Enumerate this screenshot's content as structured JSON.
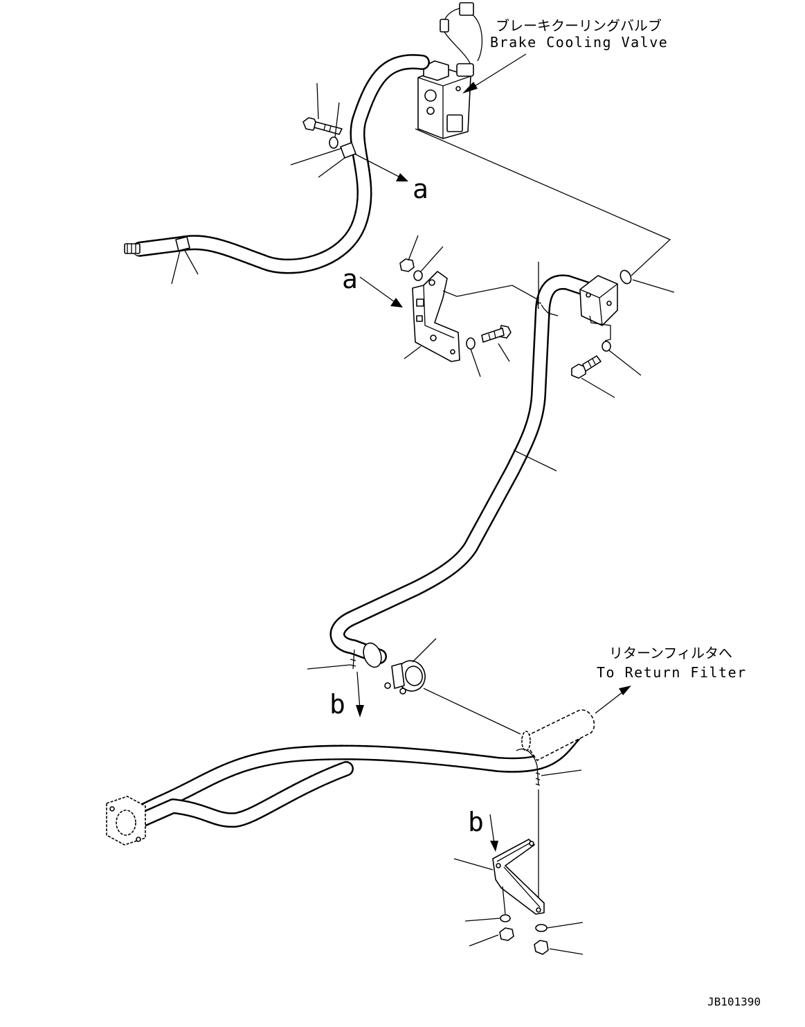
{
  "labels": {
    "valve_jp": "ブレーキクーリングバルブ",
    "valve_en": "Brake Cooling Valve",
    "filter_jp": "リターンフィルタへ",
    "filter_en": "To Return Filter",
    "ref_a_top": "a",
    "ref_a_bracket": "a",
    "ref_b_clip": "b",
    "ref_b_bracket": "b",
    "drawing_code": "JB101390"
  }
}
